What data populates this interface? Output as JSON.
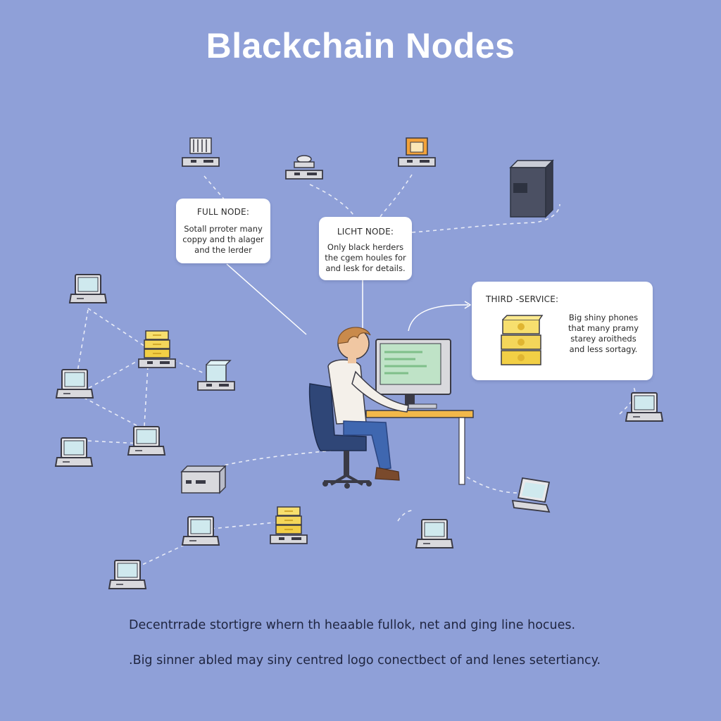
{
  "title": "Blackchain Nodes",
  "cards": {
    "full_node": {
      "heading": "FULL NODE:",
      "lines": [
        "Sotall prroter many",
        "coppy and th alager",
        "and the lerder"
      ]
    },
    "light_node": {
      "heading": "LICHT NODE:",
      "lines": [
        "Only black herders",
        "the cgem houles for",
        "and lesk for details."
      ]
    },
    "third_service": {
      "heading": "THIRD ‑SERVICE:",
      "lines": [
        "Big shiny phones",
        "that many pramy",
        "starey aroitheds",
        "and less sortagy."
      ]
    }
  },
  "footer": {
    "line1": "Decentrrade stortigre whern th heaable fullok, net and ging line hocues.",
    "line2": ".Big sinner abled may siny centred logo conectbect of and lenes setertiancy."
  },
  "colors": {
    "background": "#8fa0d8",
    "title": "#ffffff",
    "card": "#ffffff",
    "coin": "#f2cf45",
    "screen": "#cfe9ee",
    "desk": "#f2b84a",
    "chair": "#2f4677"
  }
}
